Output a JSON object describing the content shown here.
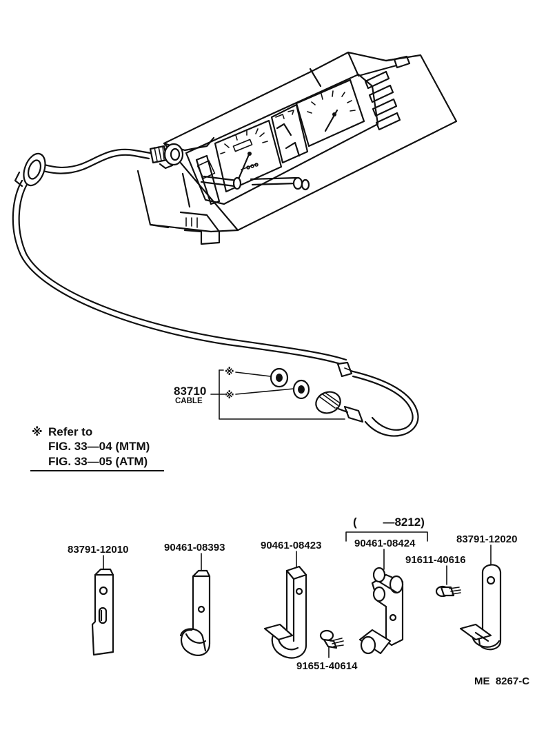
{
  "cable": {
    "part_number": "83710",
    "name": "CABLE"
  },
  "refer_note": {
    "mark": "※",
    "refer_to": "Refer to",
    "fig_mtm": "FIG. 33—04 (MTM)",
    "fig_atm": "FIG. 33—05 (ATM)"
  },
  "clamps": {
    "range_note": "(        —8212)",
    "items": [
      {
        "part_number": "83791-12010"
      },
      {
        "part_number": "90461-08393"
      },
      {
        "part_number": "90461-08423"
      },
      {
        "part_number": "90461-08424"
      },
      {
        "part_number": "83791-12020"
      }
    ],
    "screws": [
      {
        "part_number": "91611-40616"
      },
      {
        "part_number": "91651-40614"
      }
    ]
  },
  "drawing_code": "ME  8267-C"
}
